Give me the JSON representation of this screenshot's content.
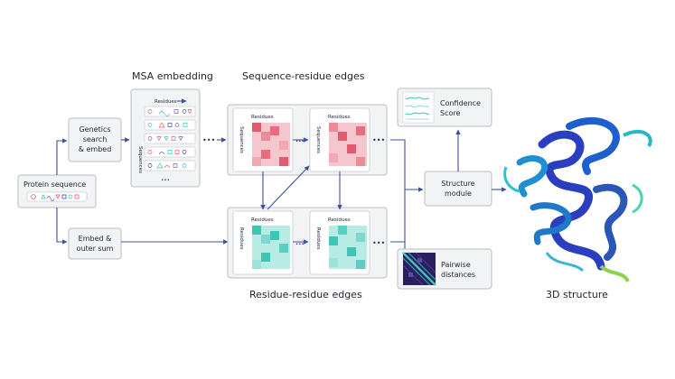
{
  "labels": {
    "msa_embedding": "MSA embedding",
    "sequence_residue_edges": "Sequence-residue edges",
    "residue_residue_edges": "Residue-residue edges",
    "protein_sequence": "Protein sequence",
    "genetics_search_line1": "Genetics",
    "genetics_search_line2": "search",
    "genetics_search_line3": "& embed",
    "embed_outer_line1": "Embed &",
    "embed_outer_line2": "outer sum",
    "structure_module_line1": "Structure",
    "structure_module_line2": "module",
    "confidence_line1": "Confidence",
    "confidence_line2": "Score",
    "pairwise_line1": "Pairwise",
    "pairwise_line2": "distances",
    "structure_3d": "3D structure",
    "residues": "Residues",
    "sequences": "Sequences",
    "ellipsis": "•••"
  },
  "colors": {
    "accent": "#3e4f9c",
    "seq_heat": "#e45a6e",
    "res_heat": "#3fc4b6",
    "box_fill": "#f2f3f5",
    "box_stroke": "#b9bdc6"
  }
}
